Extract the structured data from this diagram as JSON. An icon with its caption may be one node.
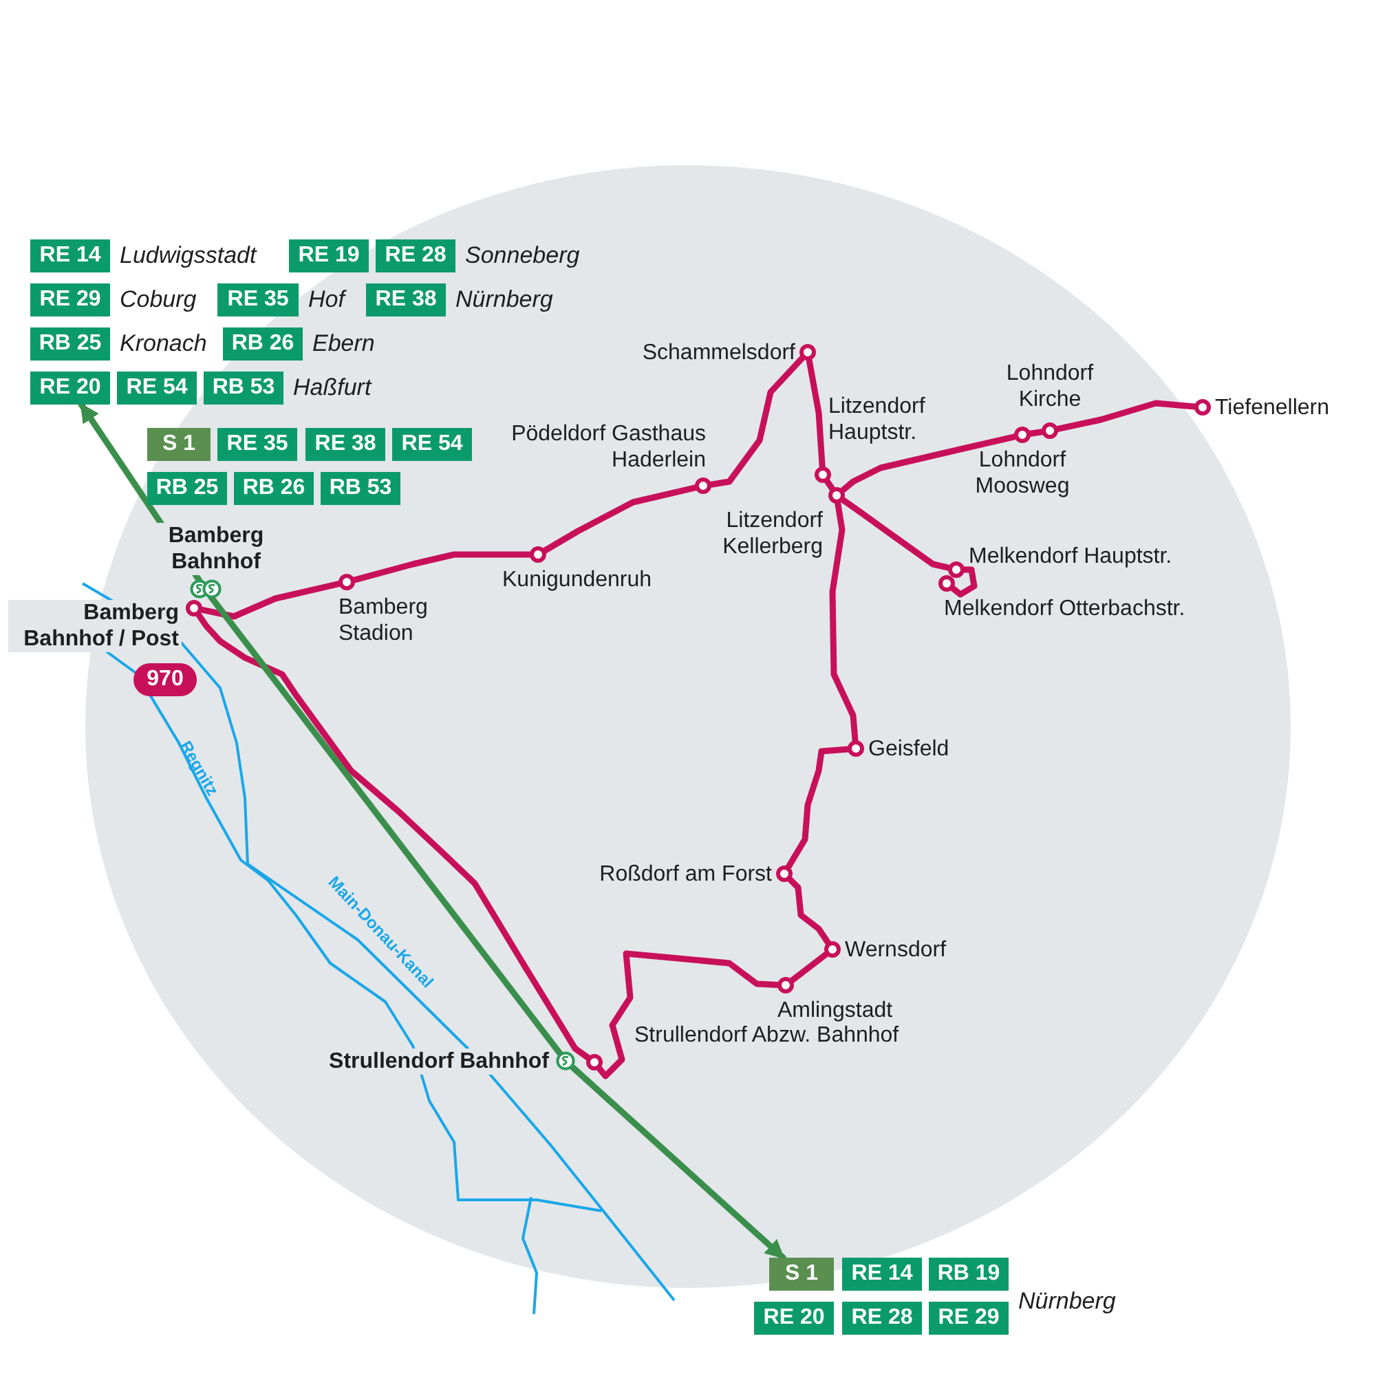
{
  "diagram": {
    "nodes": [
      {
        "text": [
          "RE 14"
        ]
      },
      {
        "text": [
          "RE 19"
        ]
      },
      {
        "text": [
          "RE 28"
        ]
      },
      {
        "text": [
          "RE 29"
        ]
      },
      {
        "text": [
          "RE 35"
        ]
      },
      {
        "text": [
          "RE 38"
        ]
      },
      {
        "text": [
          "RB 25"
        ]
      },
      {
        "text": [
          "RB 26"
        ]
      },
      {
        "text": [
          "RE 20"
        ]
      },
      {
        "text": [
          "RE 54"
        ]
      },
      {
        "text": [
          "RB 53"
        ]
      },
      {
        "text": [
          "S 1"
        ]
      },
      {
        "text": [
          "RE 35"
        ]
      },
      {
        "text": [
          "RE 38"
        ]
      },
      {
        "text": [
          "RE 54"
        ]
      },
      {
        "text": [
          "RB 25"
        ]
      },
      {
        "text": [
          "RB 26"
        ]
      },
      {
        "text": [
          "RB 53"
        ]
      },
      {
        "text": [
          "Schammelsdorf"
        ]
      },
      {
        "text": [
          "Lohndorf Kirche"
        ]
      },
      {
        "text": [
          "Tiefenellern"
        ]
      },
      {
        "text": [
          "Litzendorf Hauptstr."
        ]
      },
      {
        "text": [
          "Pödeldorf Gasthaus Haderlein"
        ]
      },
      {
        "text": [
          "Lohndorf Moosweg"
        ]
      },
      {
        "text": [
          "Litzendorf Kellerberg"
        ]
      },
      {
        "text": [
          "Bamberg Bahnhof"
        ]
      },
      {
        "text": [
          "Kunigundenruh"
        ]
      },
      {
        "text": [
          "Melkendorf Hauptstr."
        ]
      },
      {
        "text": [
          "Bamberg Stadion"
        ]
      },
      {
        "text": [
          "Melkendorf Otterbachstr."
        ]
      },
      {
        "text": [
          "Bamberg Bahnhof / Post"
        ]
      },
      {
        "text": [
          "970"
        ]
      },
      {
        "text": [
          "Geisfeld"
        ]
      },
      {
        "text": [
          "Roßdorf am Forst"
        ]
      },
      {
        "text": [
          "Wernsdorf"
        ]
      },
      {
        "text": [
          "Amlingstadt"
        ]
      },
      {
        "text": [
          "Strullendorf Abzw. Bahnhof"
        ]
      },
      {
        "text": [
          "Strullendorf Bahnhof"
        ]
      },
      {
        "text": [
          "S 1"
        ]
      },
      {
        "text": [
          "RE 14"
        ]
      },
      {
        "text": [
          "RB 19"
        ]
      },
      {
        "text": [
          "RE 20"
        ]
      },
      {
        "text": [
          "RE 28"
        ]
      },
      {
        "text": [
          "RE 29"
        ]
      }
    ],
    "edges": [
      {
        "from": 30,
        "to": 36,
        "arrow": "none"
      },
      {
        "from": 36,
        "to": 35,
        "arrow": "none"
      },
      {
        "from": 35,
        "to": 34,
        "arrow": "none"
      },
      {
        "from": 34,
        "to": 33,
        "arrow": "none"
      },
      {
        "from": 33,
        "to": 32,
        "arrow": "none"
      },
      {
        "from": 32,
        "to": 24,
        "arrow": "none"
      },
      {
        "from": 24,
        "to": 21,
        "arrow": "none"
      },
      {
        "from": 21,
        "to": 18,
        "arrow": "none"
      },
      {
        "from": 18,
        "to": 22,
        "arrow": "none"
      },
      {
        "from": 22,
        "to": 26,
        "arrow": "none"
      },
      {
        "from": 26,
        "to": 28,
        "arrow": "none"
      },
      {
        "from": 28,
        "to": 30,
        "arrow": "none"
      },
      {
        "from": 24,
        "to": 23,
        "arrow": "none"
      },
      {
        "from": 23,
        "to": 19,
        "arrow": "none"
      },
      {
        "from": 19,
        "to": 20,
        "arrow": "none"
      },
      {
        "from": 24,
        "to": 27,
        "arrow": "none"
      },
      {
        "from": 27,
        "to": 29,
        "arrow": "none"
      },
      {
        "from": 25,
        "to": 8,
        "arrow": "to",
        "color": "#3b8f4c"
      },
      {
        "from": 25,
        "to": 37,
        "arrow": "none",
        "color": "#3b8f4c"
      },
      {
        "from": 37,
        "to": 38,
        "arrow": "to",
        "color": "#3b8f4c"
      }
    ],
    "labels": [
      "Ludwigsstadt",
      "Sonneberg",
      "Coburg",
      "Hof",
      "Nürnberg",
      "Kronach",
      "Ebern",
      "Haßfurt",
      "Regnitz",
      "Main-Donau-Kanal",
      "Nürnberg"
    ]
  }
}
